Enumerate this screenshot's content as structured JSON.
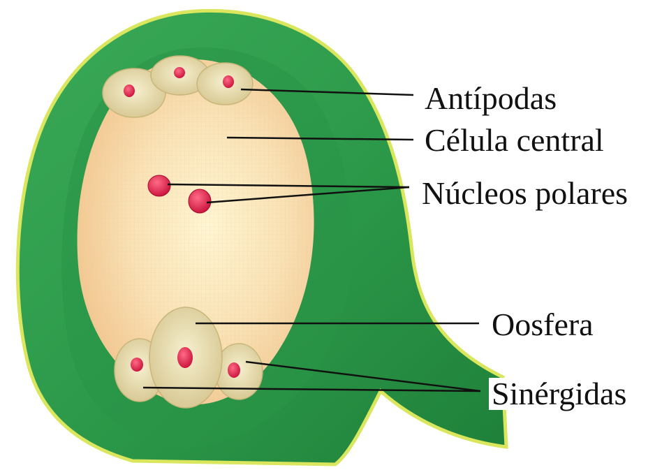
{
  "labels": {
    "antipodas": "Antípodas",
    "celula_central": "Célula central",
    "nucleos_polares": "Núcleos polares",
    "oosfera": "Oosfera",
    "sinergidas": "Sinérgidas"
  },
  "colors": {
    "integument": "#2f9e4c",
    "integument_dark": "#1f7a39",
    "integument_light": "#6cc46f",
    "outline_yellow": "#e4ec6a",
    "sac_fill": "#f7d7a5",
    "sac_light": "#fff3c8",
    "cell_fill": "#e7dcaa",
    "nucleus": "#e2264f",
    "leader": "#111111"
  }
}
